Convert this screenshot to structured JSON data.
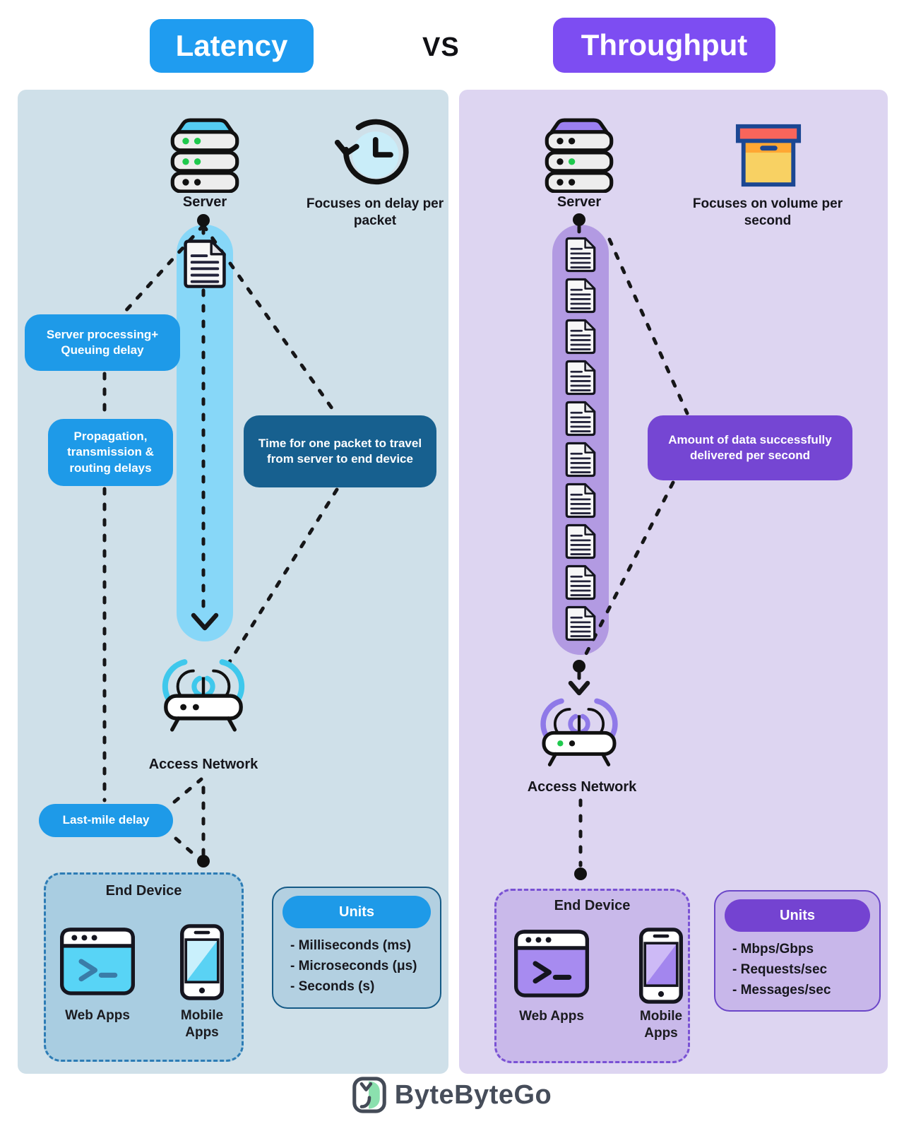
{
  "header": {
    "latency_label": "Latency",
    "vs_label": "VS",
    "throughput_label": "Throughput"
  },
  "latency": {
    "server_label": "Server",
    "focus_text": "Focuses on delay per packet",
    "callout_processing": "Server processing+ Queuing delay",
    "callout_propagation": "Propagation, transmission & routing delays",
    "callout_packet_time": "Time for one packet to travel from server to end device",
    "callout_last_mile": "Last-mile delay",
    "access_network_label": "Access Network",
    "end_device": {
      "title": "End Device",
      "web_apps_label": "Web Apps",
      "mobile_apps_label": "Mobile Apps"
    },
    "units": {
      "title": "Units",
      "items": [
        "- Milliseconds (ms)",
        "- Microseconds (μs)",
        "- Seconds (s)"
      ]
    }
  },
  "throughput": {
    "server_label": "Server",
    "focus_text": "Focuses on volume per second",
    "callout_delivery": "Amount of data successfully delivered per second",
    "access_network_label": "Access Network",
    "packet_count": 10,
    "end_device": {
      "title": "End Device",
      "web_apps_label": "Web Apps",
      "mobile_apps_label": "Mobile Apps"
    },
    "units": {
      "title": "Units",
      "items": [
        "- Mbps/Gbps",
        "- Requests/sec",
        "- Messages/sec"
      ]
    }
  },
  "footer": {
    "brand": "ByteByteGo"
  },
  "colors": {
    "latency-badge": "#1f9cf0",
    "latency-accent": "#1e9ae8",
    "latency-dark": "#17608f",
    "latency-panel": "#cfe0e9",
    "latency-bar": "#87d7f8",
    "latency-device-bg": "#a9cde1",
    "latency-units-bg": "#b3d0e1",
    "latency-border": "#2d7cb5",
    "throughput-badge": "#7d4df2",
    "throughput-accent": "#7546d3",
    "throughput-panel": "#ddd5f1",
    "throughput-bar": "#b29ae2",
    "throughput-device-bg": "#c9b9ea",
    "throughput-units-bg": "#c8b7ea",
    "throughput-border": "#7a52d4",
    "ink": "#1b1b1f"
  }
}
